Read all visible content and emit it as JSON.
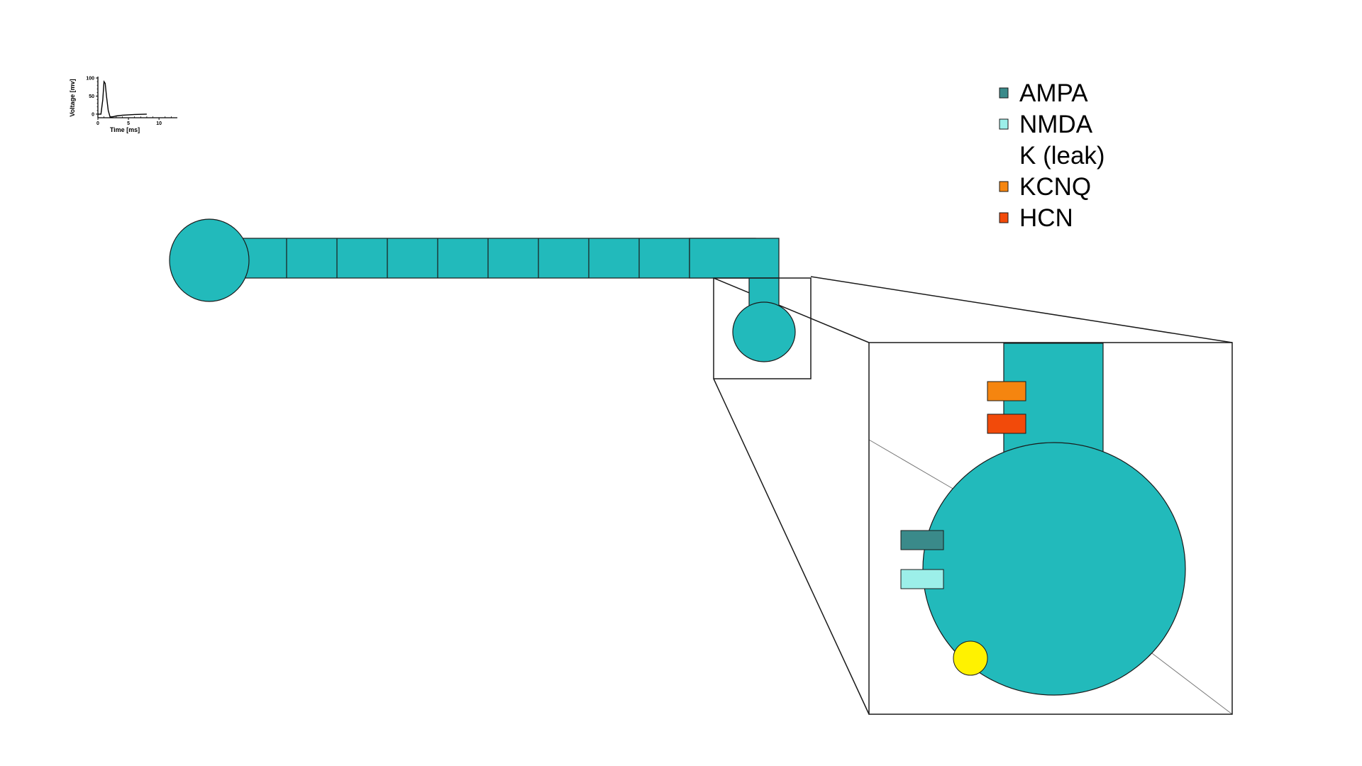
{
  "colors": {
    "neuron": "#22BABB",
    "outline": "#1a1a1a",
    "ampa": "#3A8A8A",
    "nmda": "#9CEFE9",
    "kcnq": "#F5850F",
    "hcn": "#F24A0A",
    "electrode": "#FFF200"
  },
  "legend": {
    "items": [
      {
        "label": "AMPA",
        "color": "#3A8A8A",
        "has_swatch": true
      },
      {
        "label": "NMDA",
        "color": "#9CEFE9",
        "has_swatch": true
      },
      {
        "label": "K (leak)",
        "color": "",
        "has_swatch": false
      },
      {
        "label": "KCNQ",
        "color": "#F5850F",
        "has_swatch": true
      },
      {
        "label": "HCN",
        "color": "#F24A0A",
        "has_swatch": true
      }
    ]
  },
  "inset_trace": {
    "xlabel": "Time [ms]",
    "ylabel": "Voltage [mv]",
    "x_ticks": [
      "0",
      "5",
      "10"
    ],
    "y_ticks": [
      "100",
      "50",
      "0"
    ],
    "xlim": [
      0,
      13
    ],
    "ylim": [
      -10,
      100
    ],
    "trace": {
      "t": [
        0,
        0.5,
        0.8,
        1.0,
        1.2,
        1.4,
        1.7,
        2.0,
        2.5,
        3,
        4,
        5,
        6,
        7,
        8
      ],
      "v": [
        0,
        0,
        40,
        90,
        85,
        50,
        10,
        -8,
        -7,
        -5,
        -3,
        -2,
        -1,
        -0.5,
        0
      ]
    }
  }
}
